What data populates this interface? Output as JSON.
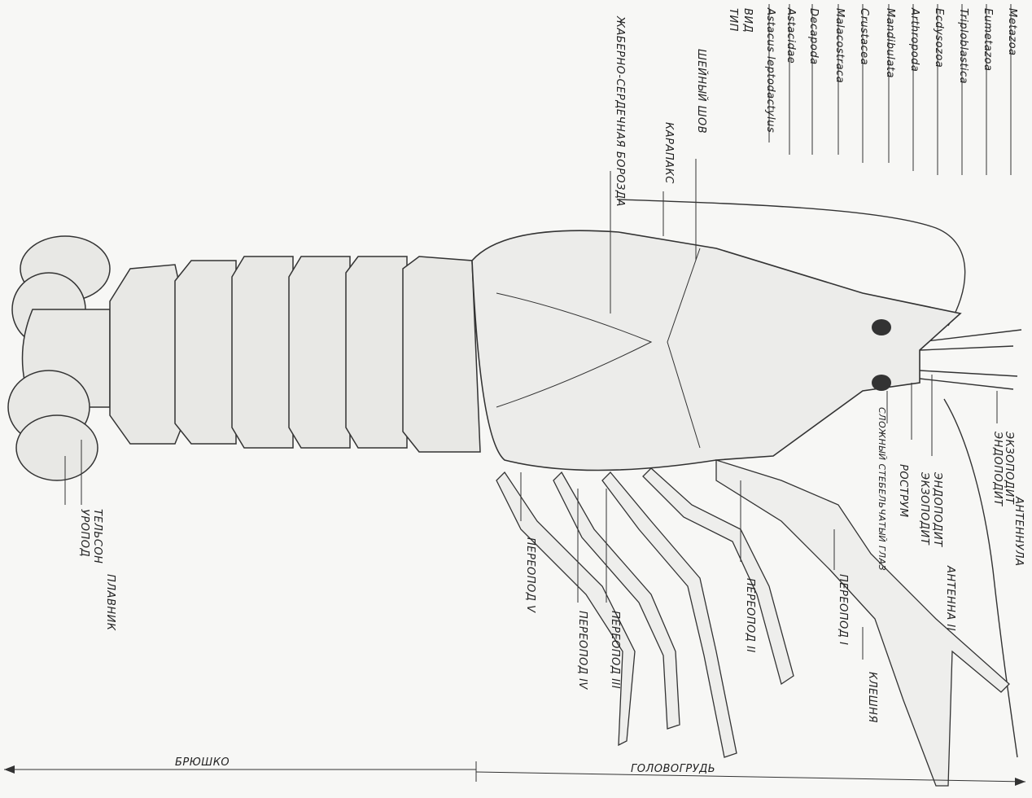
{
  "taxonomy": [
    "Metazoa",
    "Eumetazoa",
    "Triploblastica",
    "Ecdysozoa",
    "Arthropoda",
    "Mandibulata",
    "Crustacea",
    "Malacostraca",
    "Decapoda",
    "Astacidae",
    "Astacus leptodactylus"
  ],
  "taxonomy_partial": [
    "ВИД",
    "ТИП"
  ],
  "labels": {
    "zhaberno_serdechnaya_borozda": "ЖАБЕРНО-СЕРДЕЧНАЯ БОРОЗДА",
    "sheyny_shov": "ШЕЙНЫЙ ШОВ",
    "karapaks": "КАРАПАКС",
    "ekzopodit": "ЭКЗОПОДИТ",
    "endopodit": "ЭНДОПОДИТ",
    "antennula": "АНТЕННУЛА",
    "antenna_2": "АНТЕННА II",
    "endopodit_2": "ЭНДОПОДИТ",
    "ekzopodit_2": "ЭКЗОПОДИТ",
    "rostrum": "РОСТРУМ",
    "slozhny_glaz": "СЛОЖНЫЙ СТЕБЕЛЬЧАТЫЙ ГЛАЗ",
    "pereopod_1": "ПЕРЕОПОД I",
    "pereopod_2": "ПЕРЕОПОД II",
    "pereopod_3": "ПЕРЕОПОД III",
    "pereopod_4": "ПЕРЕОПОД IV",
    "pereopod_5": "ПЕРЕОПОД V",
    "kleshnya": "КЛЕШНЯ",
    "telson": "ТЕЛЬСОН",
    "uropod": "УРОПОД",
    "plavnik": "ПЛАВНИК",
    "bryushko": "БРЮШКО",
    "golovogrud": "ГОЛОВОГРУДЬ"
  },
  "colors": {
    "ink": "#222222",
    "paper": "#f7f7f5",
    "shade": "#e8e8e5"
  }
}
